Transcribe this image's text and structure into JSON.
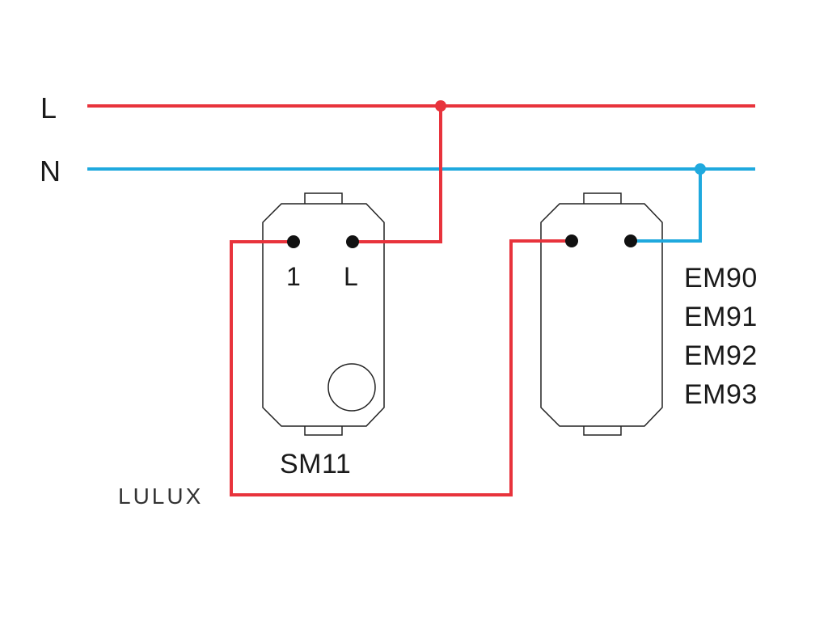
{
  "lines": {
    "live_label": "L",
    "neutral_label": "N"
  },
  "switch_module": {
    "name": "SM11",
    "terminal_1_label": "1",
    "terminal_l_label": "L"
  },
  "load_module": {
    "models": [
      "EM90",
      "EM91",
      "EM92",
      "EM93"
    ]
  },
  "brand": "LULUX",
  "colors": {
    "live_wire": "#e8333c",
    "neutral_wire": "#1fa9de",
    "outline": "#222222",
    "terminal": "#111111",
    "background": "#ffffff"
  }
}
